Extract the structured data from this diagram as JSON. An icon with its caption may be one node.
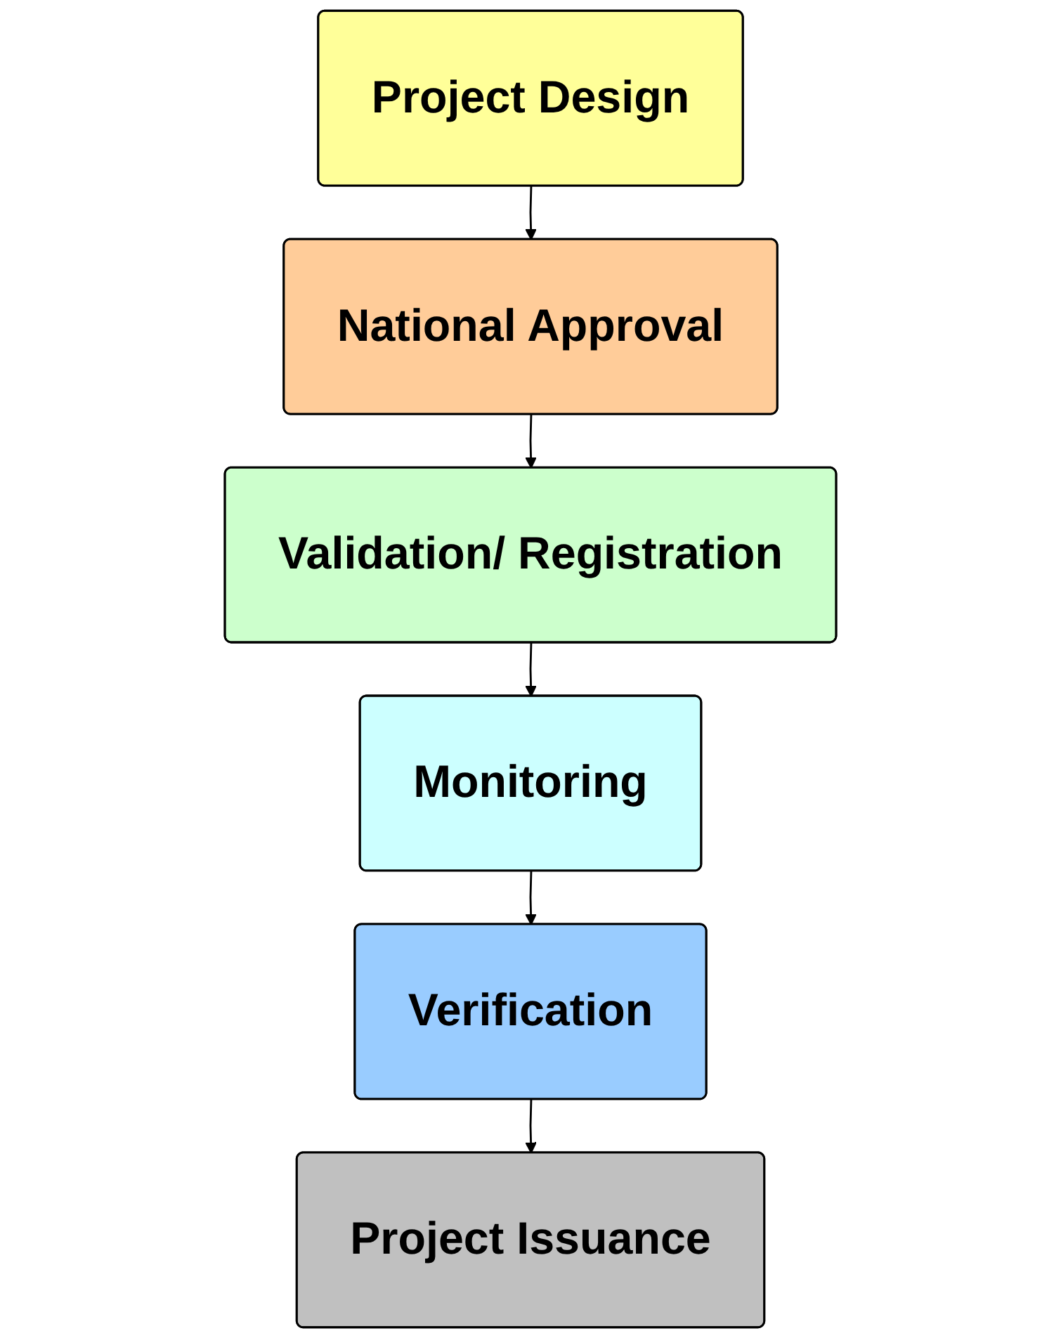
{
  "diagram": {
    "nodes": [
      {
        "text": [
          "Project Design"
        ]
      },
      {
        "text": [
          "National Approval"
        ]
      },
      {
        "text": [
          "Validation/ Registration"
        ]
      },
      {
        "text": [
          "Monitoring"
        ]
      },
      {
        "text": [
          "Verification"
        ]
      },
      {
        "text": [
          "Project Issuance"
        ]
      }
    ],
    "edges": [
      {
        "from": 0,
        "to": 1,
        "arrow": "to"
      },
      {
        "from": 1,
        "to": 2,
        "arrow": "to"
      },
      {
        "from": 2,
        "to": 3,
        "arrow": "to"
      },
      {
        "from": 3,
        "to": 4,
        "arrow": "to"
      },
      {
        "from": 4,
        "to": 5,
        "arrow": "to"
      }
    ]
  }
}
